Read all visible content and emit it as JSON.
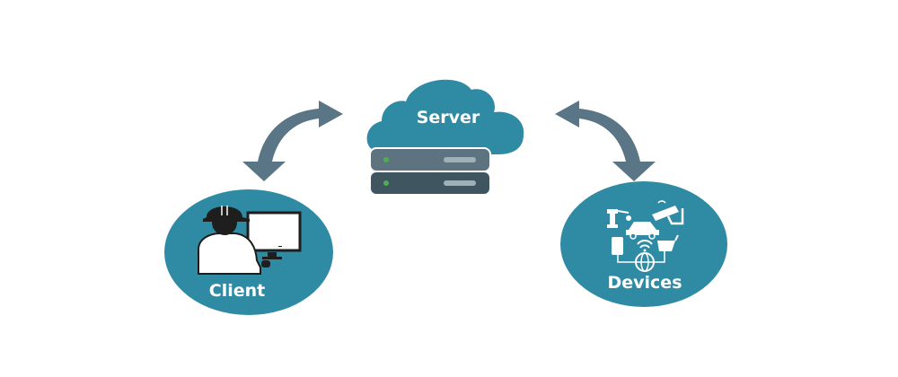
{
  "diagram": {
    "title": "Client-Server-Devices architecture",
    "nodes": {
      "server": {
        "label": "Server",
        "icon": "cloud-server-icon"
      },
      "client": {
        "label": "Client",
        "icon": "worker-at-monitor-icon"
      },
      "devices": {
        "label": "Devices",
        "icon": "iot-devices-icon"
      }
    },
    "edges": [
      {
        "from": "server",
        "to": "client",
        "type": "bidirectional"
      },
      {
        "from": "server",
        "to": "devices",
        "type": "bidirectional"
      }
    ],
    "colors": {
      "teal": "#2f8ba3",
      "arrow": "#5a7585",
      "server_top": "#5d7480",
      "server_bottom": "#3f5560",
      "led": "#4cb050",
      "white": "#ffffff",
      "black": "#1e1e1e"
    }
  }
}
